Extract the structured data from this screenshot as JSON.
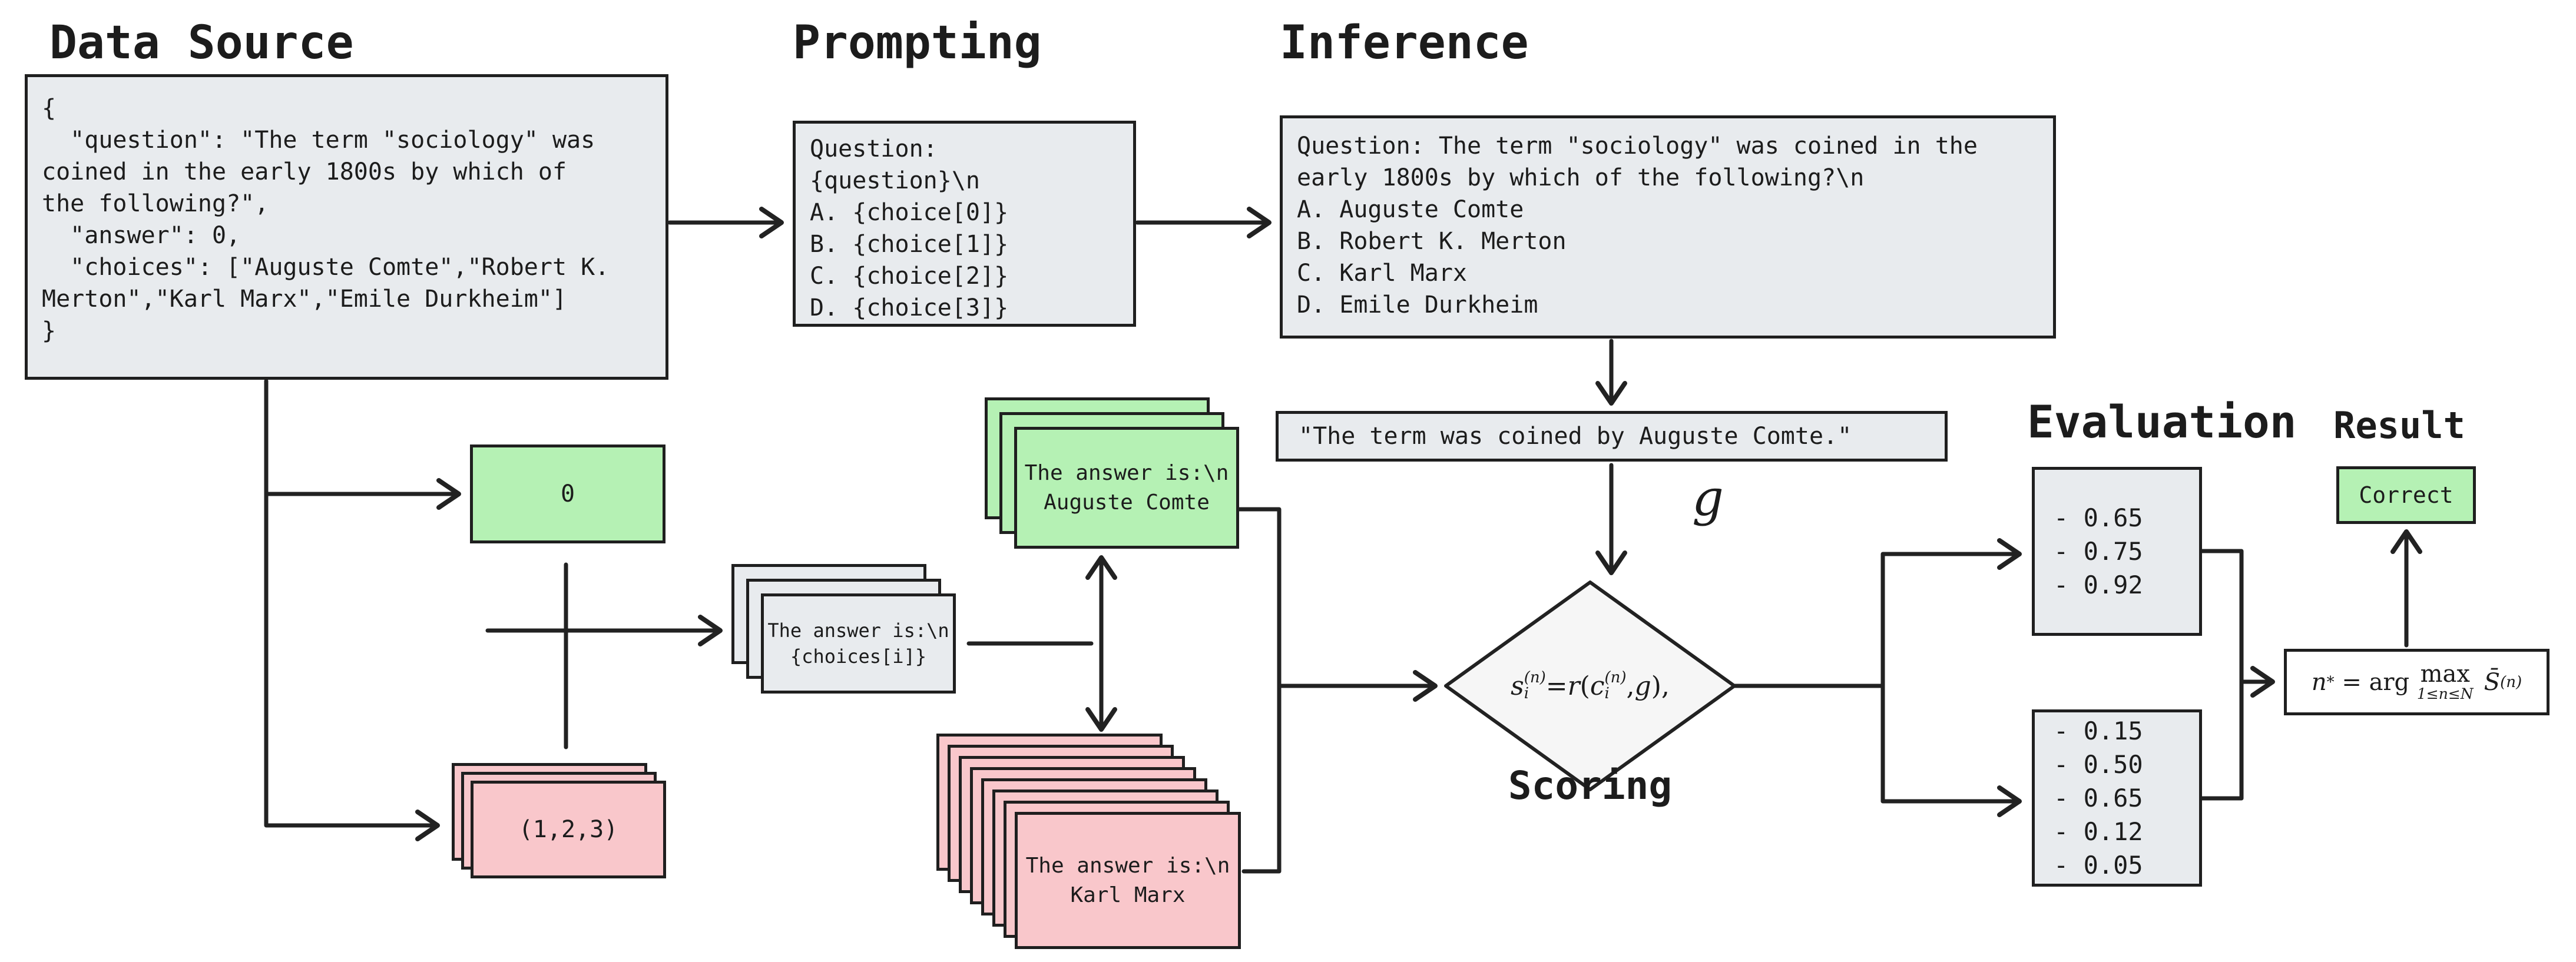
{
  "titles": {
    "data_source": "Data Source",
    "prompting": "Prompting",
    "inference": "Inference",
    "scoring": "Scoring",
    "evaluation": "Evaluation",
    "result": "Result"
  },
  "colors": {
    "box_gray": "#e8ebee",
    "green": "#b5f1b4",
    "pink": "#f9c7cb",
    "diamond_fill": "#f6f6f6",
    "line": "#222222"
  },
  "data_source_box": {
    "text": "{\n  \"question\": \"The term \"sociology\" was\ncoined in the early 1800s by which of\nthe following?\",\n  \"answer\": 0,\n  \"choices\": [\"Auguste Comte\",\"Robert K.\nMerton\",\"Karl Marx\",\"Emile Durkheim\"]\n}"
  },
  "prompt_box": {
    "text": "Question:\n{question}\\n\nA. {choice[0]}\nB. {choice[1]}\nC. {choice[2]}\nD. {choice[3]}"
  },
  "inference_box": {
    "text": "Question: The term \"sociology\" was coined in the\nearly 1800s by which of the following?\\n\nA. Auguste Comte\nB. Robert K. Merton\nC. Karl Marx\nD. Emile Durkheim"
  },
  "generation_box": {
    "text": "\"The term was coined by Auguste Comte.\""
  },
  "answer_index_card": {
    "label": "0"
  },
  "incorrect_indices_card": {
    "label": "(1,2,3)"
  },
  "choices_template_card": {
    "text": "The answer is:\\n\n{choices[i]}"
  },
  "correct_answer_card": {
    "text": "The answer is:\\n\nAuguste Comte"
  },
  "incorrect_answer_card": {
    "text": "The answer is:\\n\nKarl Marx"
  },
  "g_label": "g",
  "scoring_formula": {
    "s": "s",
    "s_sup": "(n)",
    "s_sub": "i",
    "eq": " = ",
    "r": "r",
    "lp": "(",
    "c": "c",
    "c_sup": "(n)",
    "c_sub": "i",
    "comma": ", ",
    "g": "g",
    "rp": "),"
  },
  "result_formula": {
    "n": "n",
    "star": "*",
    "eq": " = arg ",
    "max": "max",
    "cond": "1≤n≤N",
    "S": "S̄",
    "S_sup": "(n)"
  },
  "eval_box_top": {
    "values": [
      "- 0.65",
      "- 0.75",
      "- 0.92"
    ]
  },
  "eval_box_bottom": {
    "values": [
      "- 0.15",
      "- 0.50",
      "- 0.65",
      "- 0.12",
      "- 0.05"
    ]
  },
  "result_box": {
    "label": "Correct"
  }
}
